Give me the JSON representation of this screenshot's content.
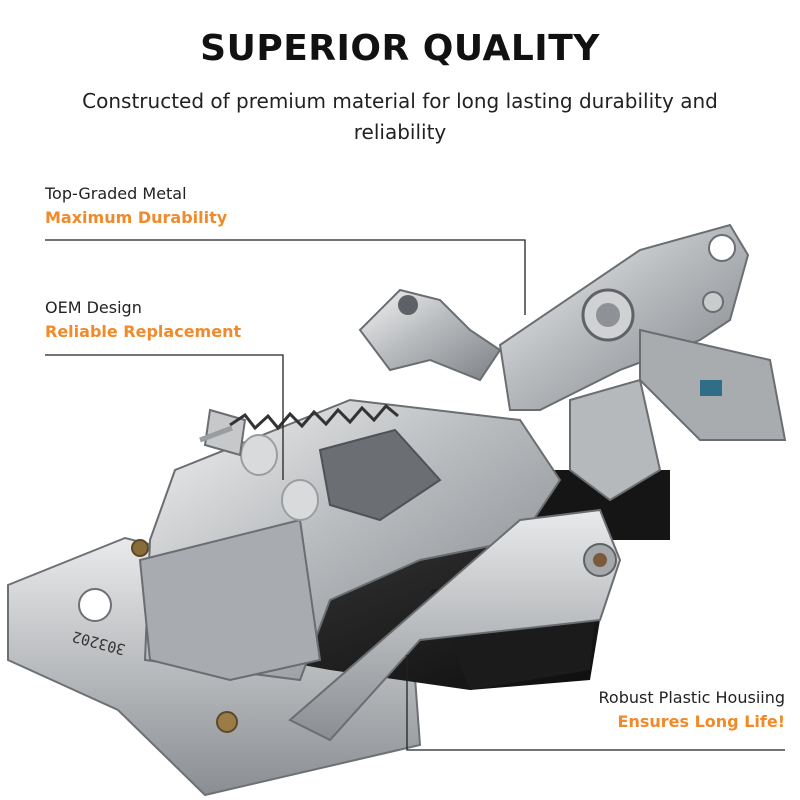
{
  "headline": "SUPERIOR QUALITY",
  "subtitle": "Constructed of premium material for long lasting durability and reliability",
  "callouts": [
    {
      "label": "Top-Graded Metal",
      "value": "Maximum Durability"
    },
    {
      "label": "OEM Design",
      "value": "Reliable Replacement"
    },
    {
      "label": "Robust Plastic Housiing",
      "value": "Ensures Long Life!"
    }
  ],
  "part_marking": "303202",
  "colors": {
    "accent": "#f08a2a",
    "text": "#222222",
    "background": "#ffffff"
  }
}
